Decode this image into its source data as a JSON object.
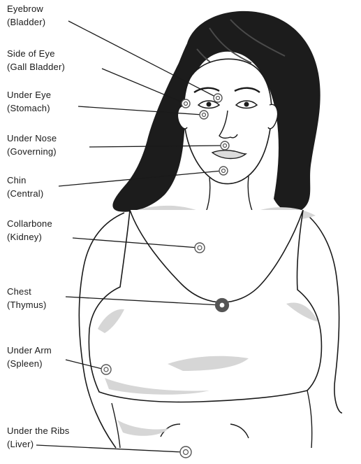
{
  "points": [
    {
      "id": "eyebrow",
      "name": "Eyebrow",
      "meridian": "(Bladder)"
    },
    {
      "id": "side-of-eye",
      "name": "Side of Eye",
      "meridian": "(Gall Bladder)"
    },
    {
      "id": "under-eye",
      "name": "Under Eye",
      "meridian": "(Stomach)"
    },
    {
      "id": "under-nose",
      "name": "Under Nose",
      "meridian": "(Governing)"
    },
    {
      "id": "chin",
      "name": "Chin",
      "meridian": "(Central)"
    },
    {
      "id": "collarbone",
      "name": "Collarbone",
      "meridian": "(Kidney)"
    },
    {
      "id": "chest",
      "name": "Chest",
      "meridian": "(Thymus)"
    },
    {
      "id": "under-arm",
      "name": "Under Arm",
      "meridian": "(Spleen)"
    },
    {
      "id": "under-the-ribs",
      "name": "Under the Ribs",
      "meridian": "(Liver)"
    }
  ],
  "colors": {
    "line": "#1a1a1a",
    "hair": "#1c1c1c",
    "shading": "#d6d6d6",
    "marker": "#555555"
  }
}
